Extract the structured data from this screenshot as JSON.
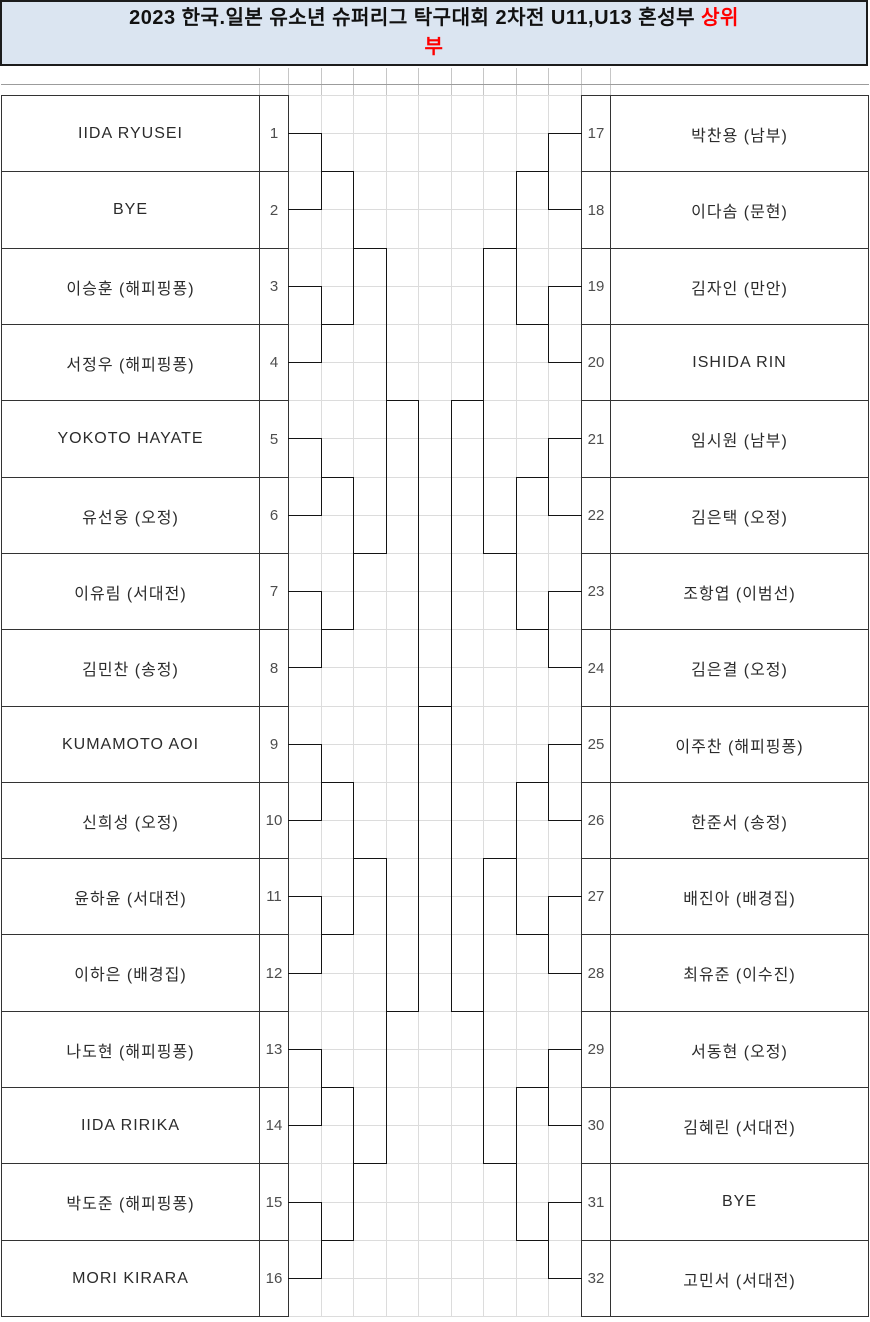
{
  "title": {
    "text_black": "2023 한국.일본 유소년 슈퍼리그 탁구대회 2차전 U11,U13 혼성부 ",
    "text_red_line1": "상위",
    "text_red_line2": "부",
    "full_text": "2023 한국.일본 유소년 슈퍼리그 탁구대회 2차전 U11,U13 혼성부 상위부"
  },
  "colors": {
    "title_bg": "#dbe5f1",
    "title_text": "#111111",
    "highlight_red": "#ff0000",
    "cell_border": "#333333",
    "bracket_line": "#141414",
    "grid_faint": "#dcdcdc",
    "band_grid": "#c6c6c6",
    "band_rule": "#9c9c9c",
    "name_text": "#2b2b2b",
    "seed_text": "#4d4d4d"
  },
  "bracket": {
    "rounds_per_side": 4,
    "left": [
      {
        "seed": "1",
        "name": "IIDA RYUSEI"
      },
      {
        "seed": "2",
        "name": "BYE"
      },
      {
        "seed": "3",
        "name": "이승훈 (해피핑퐁)"
      },
      {
        "seed": "4",
        "name": "서정우 (해피핑퐁)"
      },
      {
        "seed": "5",
        "name": "YOKOTO HAYATE"
      },
      {
        "seed": "6",
        "name": "유선웅 (오정)"
      },
      {
        "seed": "7",
        "name": "이유림 (서대전)"
      },
      {
        "seed": "8",
        "name": "김민찬 (송정)"
      },
      {
        "seed": "9",
        "name": "KUMAMOTO AOI"
      },
      {
        "seed": "10",
        "name": "신희성 (오정)"
      },
      {
        "seed": "11",
        "name": "윤하윤 (서대전)"
      },
      {
        "seed": "12",
        "name": "이하은 (배경집)"
      },
      {
        "seed": "13",
        "name": "나도현 (해피핑퐁)"
      },
      {
        "seed": "14",
        "name": "IIDA RIRIKA"
      },
      {
        "seed": "15",
        "name": "박도준 (해피핑퐁)"
      },
      {
        "seed": "16",
        "name": "MORI KIRARA"
      }
    ],
    "right": [
      {
        "seed": "17",
        "name": "박찬용 (남부)"
      },
      {
        "seed": "18",
        "name": "이다솜 (문현)"
      },
      {
        "seed": "19",
        "name": "김자인 (만안)"
      },
      {
        "seed": "20",
        "name": "ISHIDA RIN"
      },
      {
        "seed": "21",
        "name": "임시원 (남부)"
      },
      {
        "seed": "22",
        "name": "김은택 (오정)"
      },
      {
        "seed": "23",
        "name": "조항엽 (이범선)"
      },
      {
        "seed": "24",
        "name": "김은결 (오정)"
      },
      {
        "seed": "25",
        "name": "이주찬 (해피핑퐁)"
      },
      {
        "seed": "26",
        "name": "한준서 (송정)"
      },
      {
        "seed": "27",
        "name": "배진아 (배경집)"
      },
      {
        "seed": "28",
        "name": "최유준 (이수진)"
      },
      {
        "seed": "29",
        "name": "서동현 (오정)"
      },
      {
        "seed": "30",
        "name": "김혜린 (서대전)"
      },
      {
        "seed": "31",
        "name": "BYE"
      },
      {
        "seed": "32",
        "name": "고민서 (서대전)"
      }
    ]
  }
}
